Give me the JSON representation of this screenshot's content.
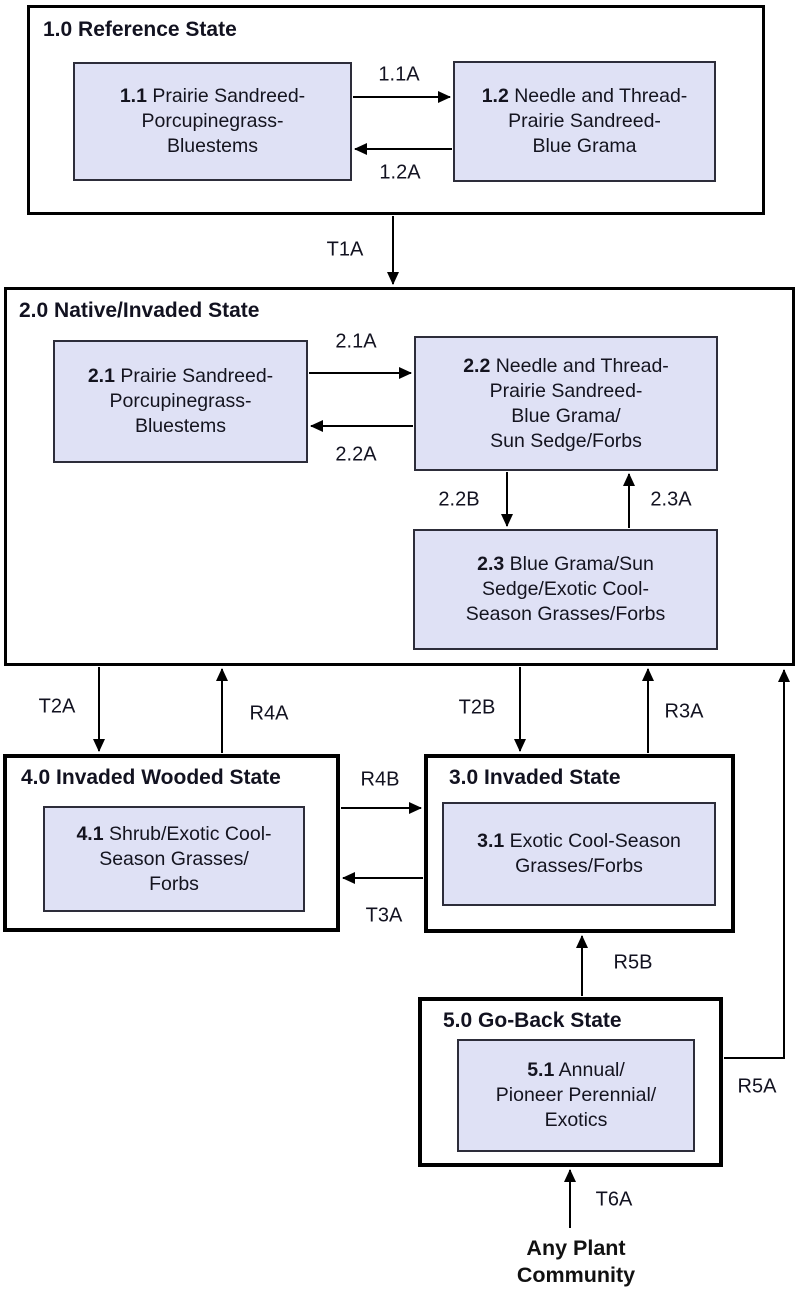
{
  "colors": {
    "phase_fill": "#dfe1f5",
    "phase_border": "#2d2d3a",
    "state_border": "#000000",
    "arrow": "#000000",
    "text": "#121220",
    "background": "#ffffff"
  },
  "states": {
    "s1": {
      "title": "1.0 Reference State"
    },
    "s2": {
      "title": "2.0 Native/Invaded State"
    },
    "s3": {
      "title": "3.0 Invaded State"
    },
    "s4": {
      "title": "4.0 Invaded Wooded State"
    },
    "s5": {
      "title": "5.0 Go-Back State"
    }
  },
  "phases": {
    "p11": {
      "num": "1.1",
      "lines": [
        " Prairie Sandreed-",
        "Porcupinegrass-",
        "Bluestems"
      ]
    },
    "p12": {
      "num": "1.2",
      "lines": [
        " Needle and Thread-",
        "Prairie Sandreed-",
        "Blue Grama"
      ]
    },
    "p21": {
      "num": "2.1",
      "lines": [
        " Prairie Sandreed-",
        "Porcupinegrass-",
        "Bluestems"
      ]
    },
    "p22": {
      "num": "2.2",
      "lines": [
        " Needle and Thread-",
        "Prairie Sandreed-",
        "Blue Grama/",
        "Sun Sedge/Forbs"
      ]
    },
    "p23": {
      "num": "2.3",
      "lines": [
        " Blue Grama/Sun",
        "Sedge/Exotic Cool-",
        "Season Grasses/Forbs"
      ]
    },
    "p31": {
      "num": "3.1",
      "lines": [
        " Exotic Cool-Season",
        "Grasses/Forbs"
      ]
    },
    "p41": {
      "num": "4.1",
      "lines": [
        " Shrub/Exotic Cool-",
        "Season Grasses/",
        "Forbs"
      ]
    },
    "p51": {
      "num": "5.1",
      "lines": [
        " Annual/",
        "Pioneer Perennial/",
        "Exotics"
      ]
    }
  },
  "transitions": {
    "t11a": {
      "label": "1.1A"
    },
    "t12a": {
      "label": "1.2A"
    },
    "t1a": {
      "label": "T1A"
    },
    "t21a": {
      "label": "2.1A"
    },
    "t22a": {
      "label": "2.2A"
    },
    "t22b": {
      "label": "2.2B"
    },
    "t23a": {
      "label": "2.3A"
    },
    "t2a": {
      "label": "T2A"
    },
    "r4a": {
      "label": "R4A"
    },
    "t2b": {
      "label": "T2B"
    },
    "r3a": {
      "label": "R3A"
    },
    "r4b": {
      "label": "R4B"
    },
    "t3a": {
      "label": "T3A"
    },
    "r5b": {
      "label": "R5B"
    },
    "r5a": {
      "label": "R5A"
    },
    "t6a": {
      "label": "T6A"
    }
  },
  "footer": {
    "any_plant_community": [
      "Any Plant",
      "Community"
    ]
  }
}
